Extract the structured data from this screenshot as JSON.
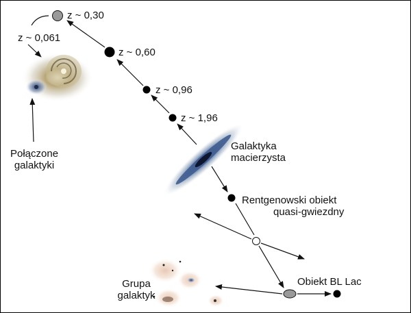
{
  "diagram": {
    "redshift_labels": {
      "z030": "z ~ 0,30",
      "z060": "z ~ 0,60",
      "z096": "z ~ 0,96",
      "z196": "z ~ 1,96",
      "z0061": "z ~ 0,061"
    },
    "host_galaxy": {
      "line1": "Galaktyka",
      "line2": "macierzysta"
    },
    "xray_qso": {
      "line1": "Rentgenowski obiekt",
      "line2": "quasi-gwiezdny"
    },
    "bl_lac": {
      "label": "Obiekt BL Lac"
    },
    "merging_galaxies": {
      "line1": "Połączone",
      "line2": "galaktyki"
    },
    "galaxy_group": {
      "line1": "Grupa",
      "line2": "galaktyk"
    }
  }
}
